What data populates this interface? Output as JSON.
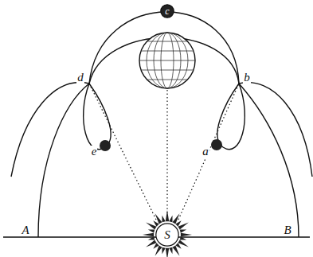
{
  "diagram": {
    "nodes": [
      {
        "text": [
          "c"
        ]
      },
      {
        "text": [
          "S"
        ]
      }
    ],
    "labels": [
      "d",
      "b",
      "e",
      "a",
      "A",
      "B"
    ]
  }
}
